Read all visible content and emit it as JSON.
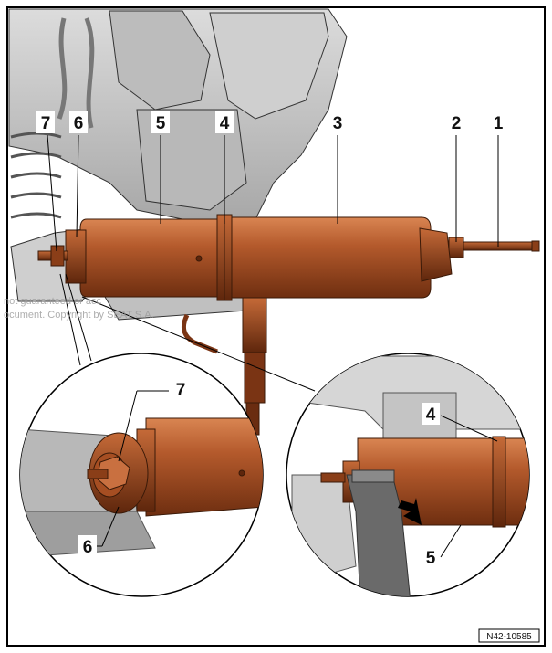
{
  "callouts": {
    "c1": "1",
    "c2": "2",
    "c3": "3",
    "c4": "4",
    "c5": "5",
    "c6": "6",
    "c7": "7",
    "d1_6": "6",
    "d1_7": "7",
    "d2_4": "4",
    "d2_5": "5"
  },
  "figure_ref": "N42-10585",
  "watermark": {
    "line1": "not guaranteed or acc",
    "line2": "ocument. Copyright by SEAT S.A."
  },
  "colors": {
    "tool": "#b45a2c",
    "tool_dark": "#7a3414",
    "tool_light": "#d98552",
    "chassis": "#c8c8c8",
    "frame": "#000000"
  },
  "icons": [
    "arrow-icon"
  ]
}
